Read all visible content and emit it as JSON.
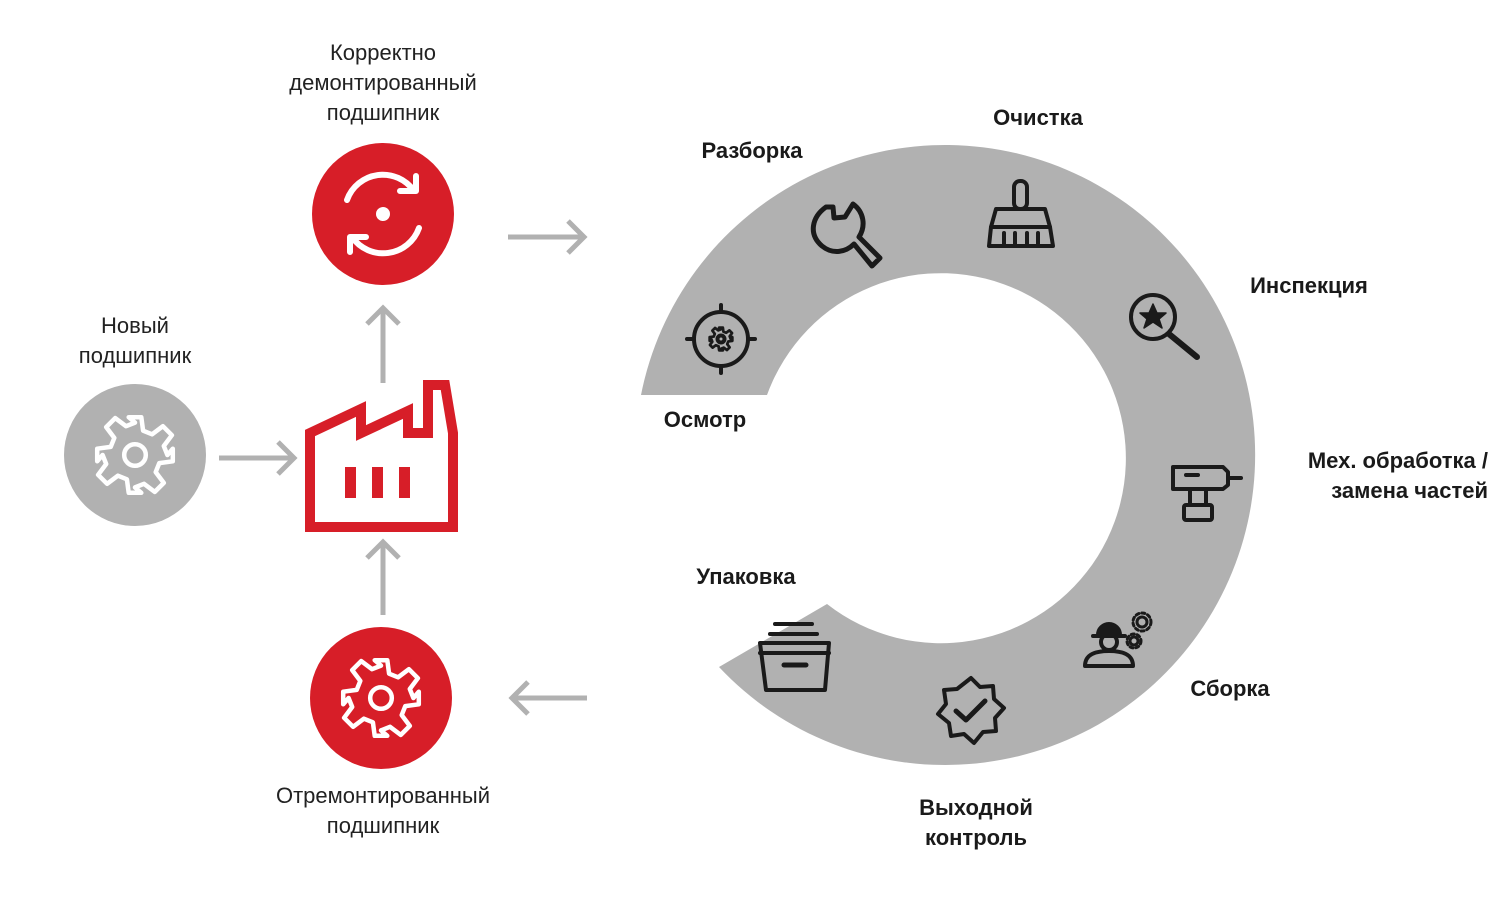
{
  "colors": {
    "red": "#d71e28",
    "gray": "#b1b1b1",
    "icon": "#1a1a1a",
    "white": "#ffffff"
  },
  "nodes": {
    "removed_bearing": {
      "label": "Корректно\nдемонтированный\nподшипник",
      "icon": "refresh-icon"
    },
    "new_bearing": {
      "label": "Новый\nподшипник",
      "icon": "gear-icon"
    },
    "factory": {
      "icon": "factory-icon"
    },
    "repaired_bearing": {
      "label": "Отремонтированный\nподшипник",
      "icon": "gear-icon"
    }
  },
  "cycle": {
    "steps": [
      {
        "label": "Осмотр",
        "icon": "target-gear-icon"
      },
      {
        "label": "Разборка",
        "icon": "wrench-icon"
      },
      {
        "label": "Очистка",
        "icon": "brush-icon"
      },
      {
        "label": "Инспекция",
        "icon": "magnifier-star-icon"
      },
      {
        "label": "Мех. обработка /\nзамена частей",
        "icon": "drill-icon"
      },
      {
        "label": "Сборка",
        "icon": "worker-gears-icon"
      },
      {
        "label": "Выходной\nконтроль",
        "icon": "verified-badge-icon"
      },
      {
        "label": "Упаковка",
        "icon": "package-box-icon"
      }
    ]
  }
}
